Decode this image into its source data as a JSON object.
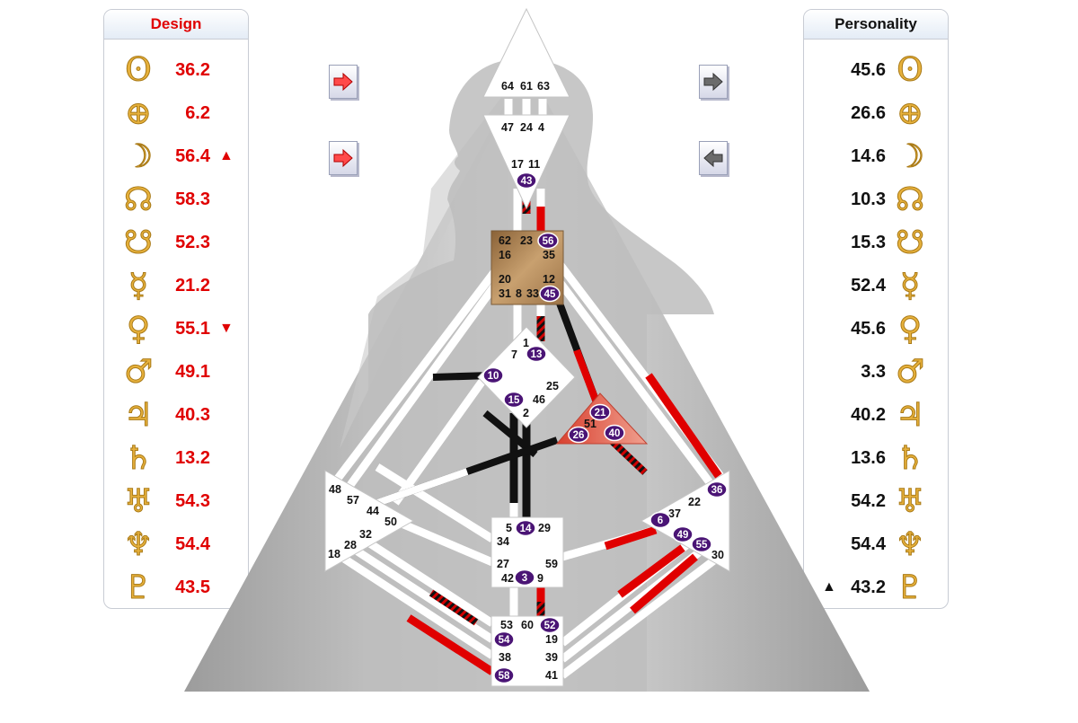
{
  "design": {
    "title": "Design",
    "rows": [
      {
        "planet": "sun-icon",
        "glyph": "ʘ",
        "value": "36.2",
        "mark": ""
      },
      {
        "planet": "earth-icon",
        "glyph": "⊕",
        "value": "6.2",
        "mark": ""
      },
      {
        "planet": "moon-icon",
        "glyph": "☽",
        "value": "56.4",
        "mark": "▲"
      },
      {
        "planet": "north-node-icon",
        "glyph": "☊",
        "value": "58.3",
        "mark": ""
      },
      {
        "planet": "south-node-icon",
        "glyph": "☋",
        "value": "52.3",
        "mark": ""
      },
      {
        "planet": "mercury-icon",
        "glyph": "☿",
        "value": "21.2",
        "mark": ""
      },
      {
        "planet": "venus-icon",
        "glyph": "♀",
        "value": "55.1",
        "mark": "▼"
      },
      {
        "planet": "mars-icon",
        "glyph": "♂",
        "value": "49.1",
        "mark": ""
      },
      {
        "planet": "jupiter-icon",
        "glyph": "♃",
        "value": "40.3",
        "mark": ""
      },
      {
        "planet": "saturn-icon",
        "glyph": "♄",
        "value": "13.2",
        "mark": ""
      },
      {
        "planet": "uranus-icon",
        "glyph": "♅",
        "value": "54.3",
        "mark": ""
      },
      {
        "planet": "neptune-icon",
        "glyph": "♆",
        "value": "54.4",
        "mark": ""
      },
      {
        "planet": "pluto-icon",
        "glyph": "♇",
        "value": "43.5",
        "mark": ""
      }
    ]
  },
  "personality": {
    "title": "Personality",
    "rows": [
      {
        "planet": "sun-icon",
        "glyph": "ʘ",
        "value": "45.6",
        "mark": ""
      },
      {
        "planet": "earth-icon",
        "glyph": "⊕",
        "value": "26.6",
        "mark": ""
      },
      {
        "planet": "moon-icon",
        "glyph": "☽",
        "value": "14.6",
        "mark": ""
      },
      {
        "planet": "north-node-icon",
        "glyph": "☊",
        "value": "10.3",
        "mark": ""
      },
      {
        "planet": "south-node-icon",
        "glyph": "☋",
        "value": "15.3",
        "mark": ""
      },
      {
        "planet": "mercury-icon",
        "glyph": "☿",
        "value": "52.4",
        "mark": ""
      },
      {
        "planet": "venus-icon",
        "glyph": "♀",
        "value": "45.6",
        "mark": ""
      },
      {
        "planet": "mars-icon",
        "glyph": "♂",
        "value": "3.3",
        "mark": ""
      },
      {
        "planet": "jupiter-icon",
        "glyph": "♃",
        "value": "40.2",
        "mark": ""
      },
      {
        "planet": "saturn-icon",
        "glyph": "♄",
        "value": "13.6",
        "mark": ""
      },
      {
        "planet": "uranus-icon",
        "glyph": "♅",
        "value": "54.2",
        "mark": ""
      },
      {
        "planet": "neptune-icon",
        "glyph": "♆",
        "value": "54.4",
        "mark": ""
      },
      {
        "planet": "pluto-icon",
        "glyph": "♇",
        "value": "43.2",
        "mark": "▲"
      }
    ]
  },
  "colors": {
    "design": "#e00000",
    "personality": "#111111",
    "activation_badge": "#4a1475",
    "planet_gold": "#e7b13c",
    "defined_center_tan": "#b58b5c",
    "defined_center_red": "#e26a5a"
  },
  "centers": {
    "head": {
      "gates": [
        "64",
        "61",
        "63"
      ]
    },
    "ajna": {
      "gates": [
        "47",
        "24",
        "4",
        "17",
        "11",
        "43"
      ]
    },
    "throat": {
      "gates": [
        "62",
        "23",
        "56",
        "16",
        "35",
        "20",
        "12",
        "31",
        "8",
        "33",
        "45"
      ]
    },
    "g": {
      "gates": [
        "1",
        "7",
        "13",
        "10",
        "15",
        "46",
        "25",
        "2"
      ]
    },
    "heart": {
      "gates": [
        "21",
        "51",
        "26",
        "40"
      ]
    },
    "spleen": {
      "gates": [
        "48",
        "57",
        "44",
        "50",
        "32",
        "28",
        "18"
      ]
    },
    "solar_plexus": {
      "gates": [
        "36",
        "22",
        "37",
        "6",
        "49",
        "55",
        "30"
      ]
    },
    "sacral": {
      "gates": [
        "5",
        "14",
        "29",
        "34",
        "27",
        "59",
        "42",
        "3",
        "9"
      ]
    },
    "root": {
      "gates": [
        "53",
        "60",
        "52",
        "54",
        "19",
        "38",
        "39",
        "58",
        "41"
      ]
    }
  },
  "activated_gates": [
    "43",
    "56",
    "45",
    "13",
    "10",
    "15",
    "21",
    "26",
    "40",
    "14",
    "3",
    "36",
    "6",
    "49",
    "55",
    "52",
    "54",
    "58"
  ],
  "nav": [
    {
      "name": "design-next-button-1",
      "direction": "right",
      "color": "red"
    },
    {
      "name": "design-next-button-2",
      "direction": "right",
      "color": "red"
    },
    {
      "name": "personality-next-button",
      "direction": "right",
      "color": "gray"
    },
    {
      "name": "personality-prev-button",
      "direction": "left",
      "color": "gray"
    }
  ]
}
